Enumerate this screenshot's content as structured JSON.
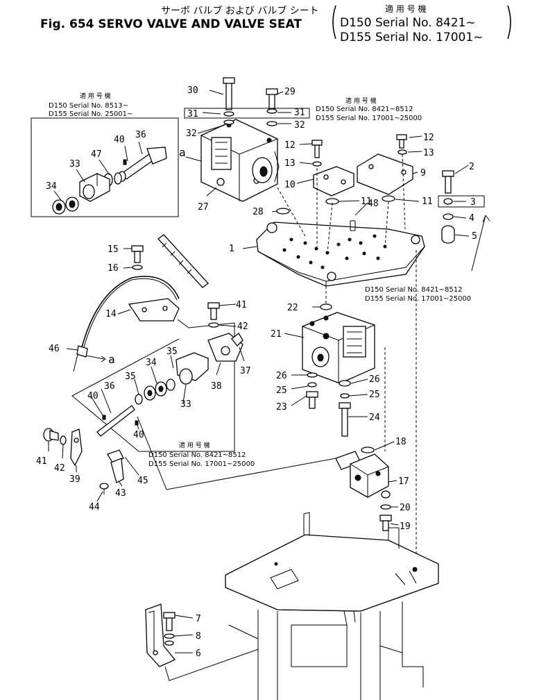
{
  "header": {
    "jp_title": "サーボ バルブ および バルブ シート",
    "fig_title": "Fig. 654 SERVO VALVE AND VALVE SEAT",
    "applic_jp": "適 用 号 機",
    "serial_1": "D150 Serial No. 8421~",
    "serial_2": "D155 Serial No. 17001~"
  },
  "notes": {
    "inset": {
      "jp": "適 用 号 機",
      "line1": "D150 Serial No. 8513~",
      "line2": "D155 Serial No. 25001~"
    },
    "upper": {
      "jp": "適 用 号 機",
      "line1": "D150 Serial No. 8421~8512",
      "line2": "D155 Serial No. 17001~25000"
    },
    "middle": {
      "line1": "D150 Serial No. 8421~8512",
      "line2": "D155 Serial No. 17001~25000"
    },
    "lower": {
      "jp": "適 用 号 機",
      "line1": "D150 Serial No. 8421~8512",
      "line2": "D155 Serial No. 17001~25000"
    }
  },
  "callouts": {
    "c1": "1",
    "c2": "2",
    "c3": "3",
    "c4": "4",
    "c5": "5",
    "c6": "6",
    "c7": "7",
    "c8": "8",
    "c9": "9",
    "c10": "10",
    "c11a": "11",
    "c11b": "11",
    "c12a": "12",
    "c12b": "12",
    "c13a": "13",
    "c13b": "13",
    "c14": "14",
    "c15": "15",
    "c16": "16",
    "c17": "17",
    "c18": "18",
    "c19": "19",
    "c20": "20",
    "c21": "21",
    "c22": "22",
    "c23": "23",
    "c24": "24",
    "c25a": "25",
    "c25b": "25",
    "c26a": "26",
    "c26b": "26",
    "c27": "27",
    "c28": "28",
    "c29": "29",
    "c30": "30",
    "c31a": "31",
    "c31b": "31",
    "c32a": "32",
    "c32b": "32",
    "c33a": "33",
    "c33b": "33",
    "c34a": "34",
    "c34b": "34",
    "c35a": "35",
    "c35b": "35",
    "c36a": "36",
    "c36b": "36",
    "c37": "37",
    "c38": "38",
    "c39": "39",
    "c40a": "40",
    "c40b": "40",
    "c40c": "40",
    "c41a": "41",
    "c41b": "41",
    "c42a": "42",
    "c42b": "42",
    "c43": "43",
    "c44": "44",
    "c45": "45",
    "c46": "46",
    "c47": "47",
    "c48": "48",
    "ref_a1": "a",
    "ref_a2": "a"
  }
}
